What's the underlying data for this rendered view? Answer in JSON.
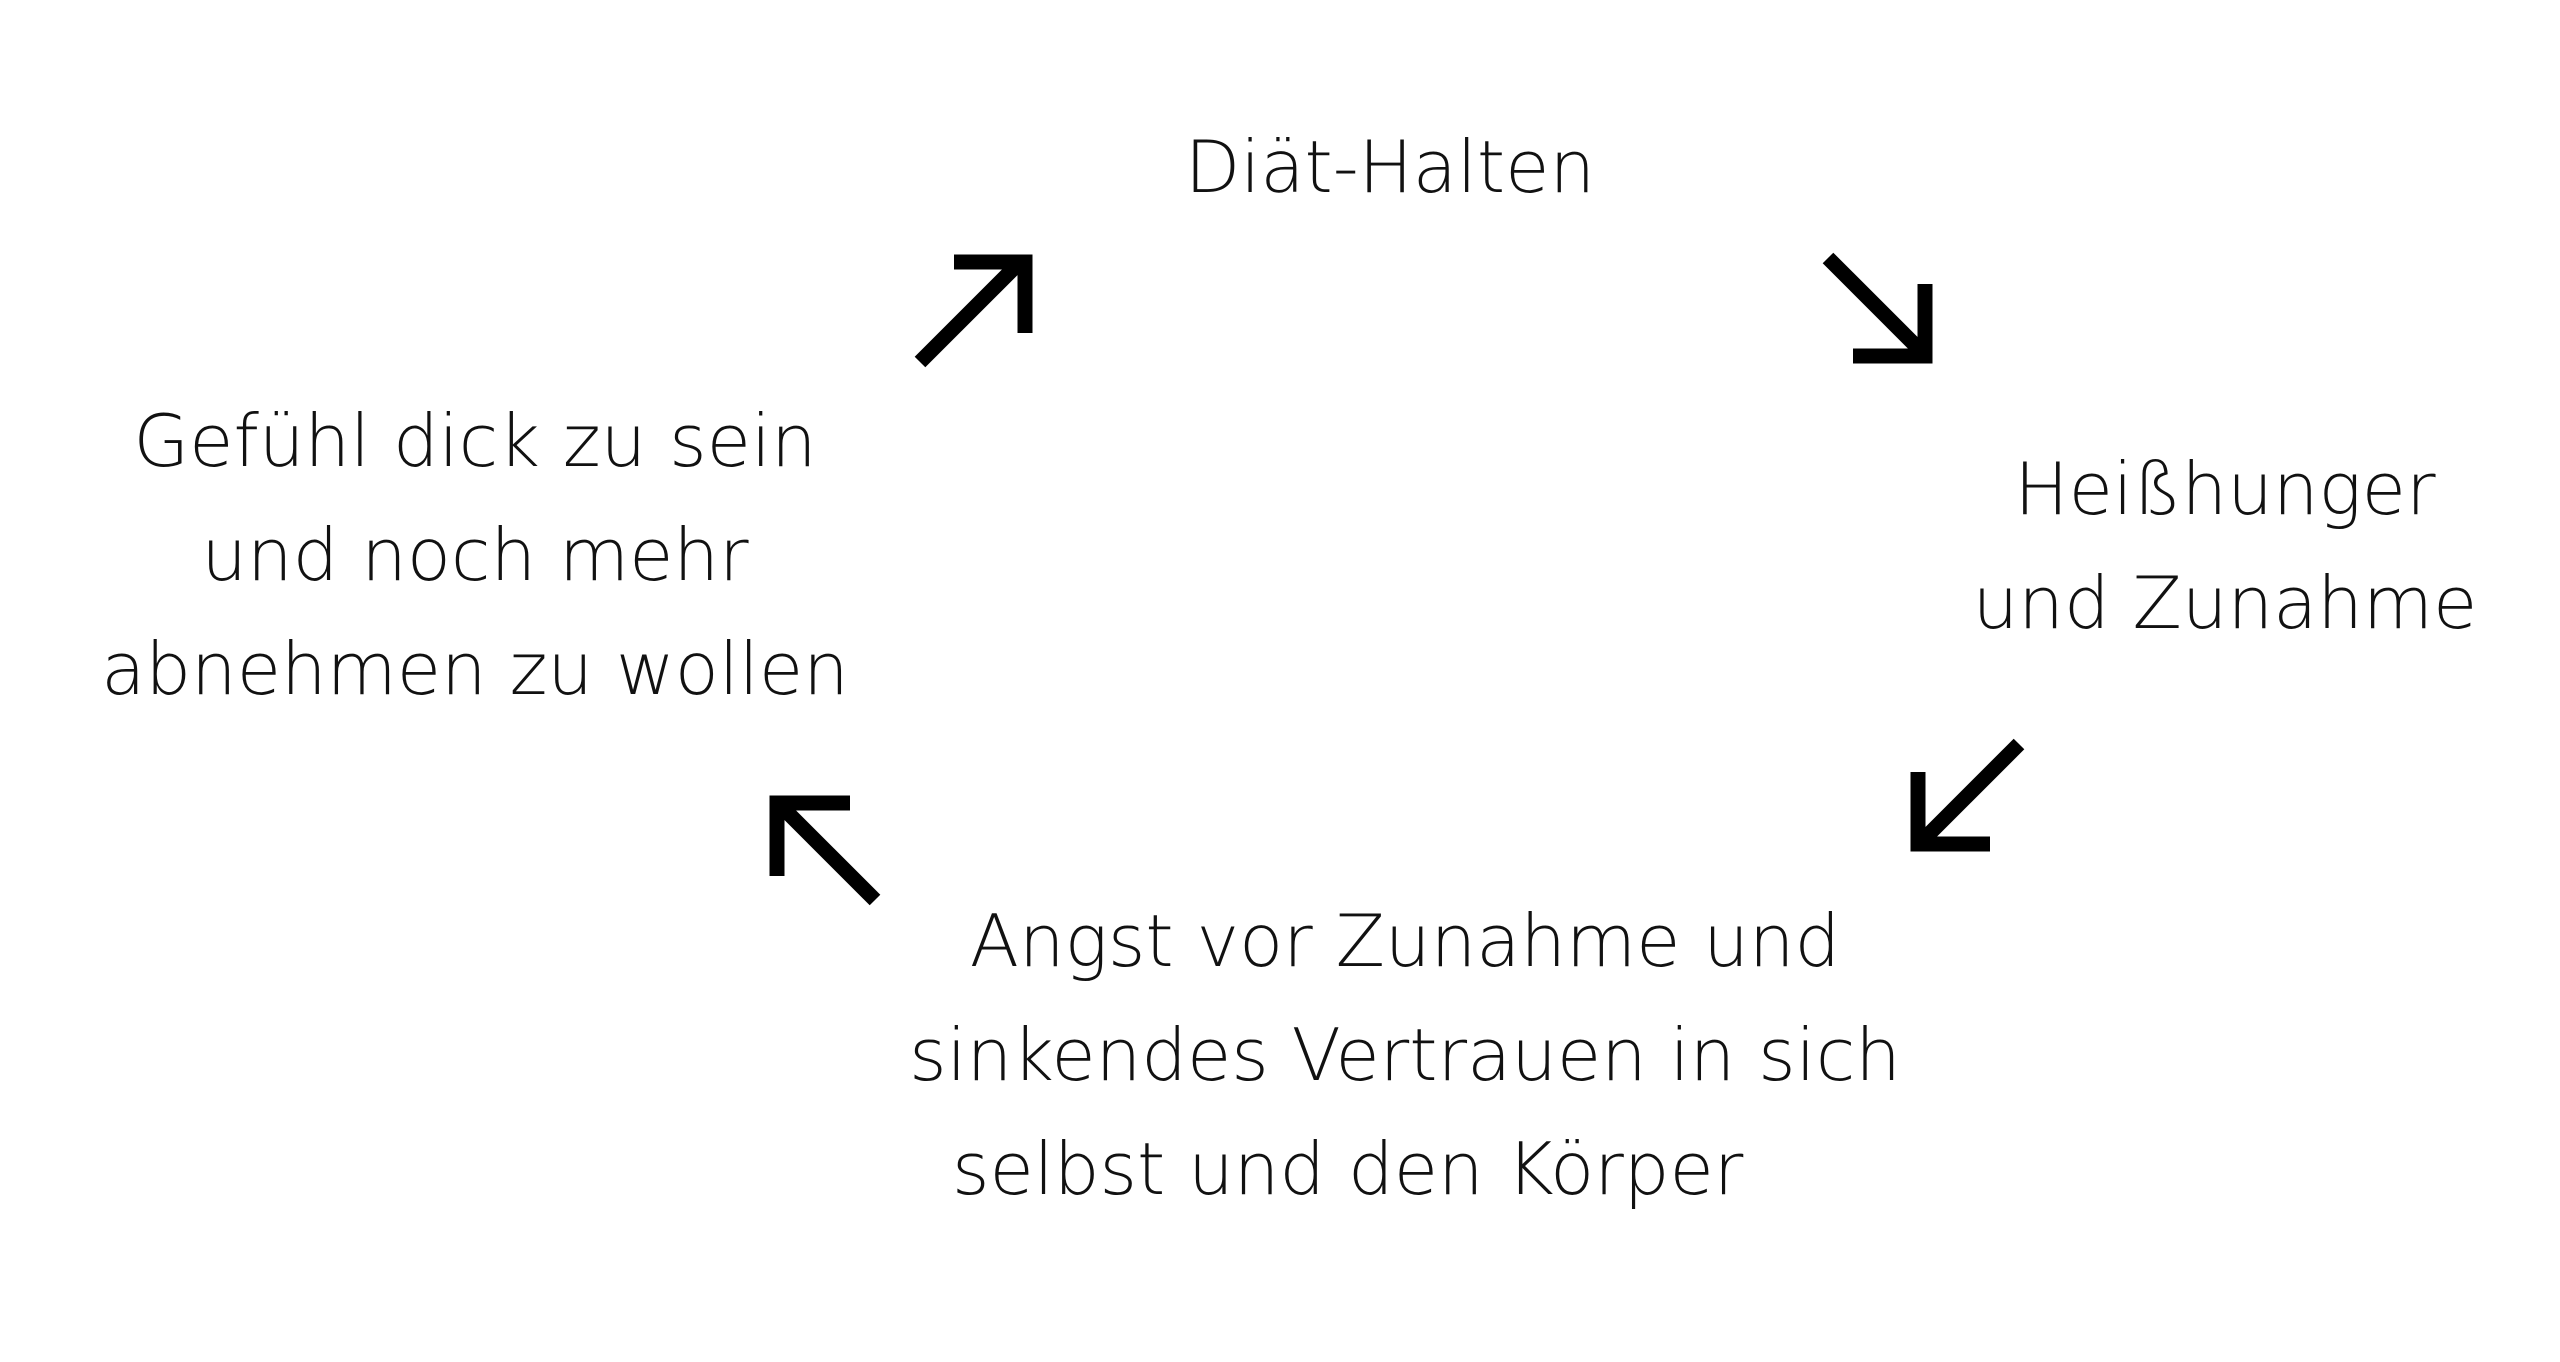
{
  "diagram": {
    "nodes": {
      "top": {
        "lines": [
          "Diät-Halten"
        ]
      },
      "right": {
        "lines": [
          "Heißhunger",
          "und Zunahme"
        ]
      },
      "bottom": {
        "lines": [
          "Angst vor Zunahme und",
          "sinkendes Vertrauen in sich",
          "selbst und den Körper"
        ]
      },
      "left": {
        "lines": [
          "Gefühl dick zu sein",
          "und noch mehr",
          "abnehmen zu wollen"
        ]
      }
    },
    "arrows": [
      {
        "from": "top",
        "to": "right",
        "icon": "arrow-down-right-icon"
      },
      {
        "from": "right",
        "to": "bottom",
        "icon": "arrow-down-left-icon"
      },
      {
        "from": "bottom",
        "to": "left",
        "icon": "arrow-up-left-icon"
      },
      {
        "from": "left",
        "to": "top",
        "icon": "arrow-up-right-icon"
      }
    ],
    "colors": {
      "text": "#111111",
      "arrow": "#000000",
      "background": "#ffffff"
    }
  }
}
